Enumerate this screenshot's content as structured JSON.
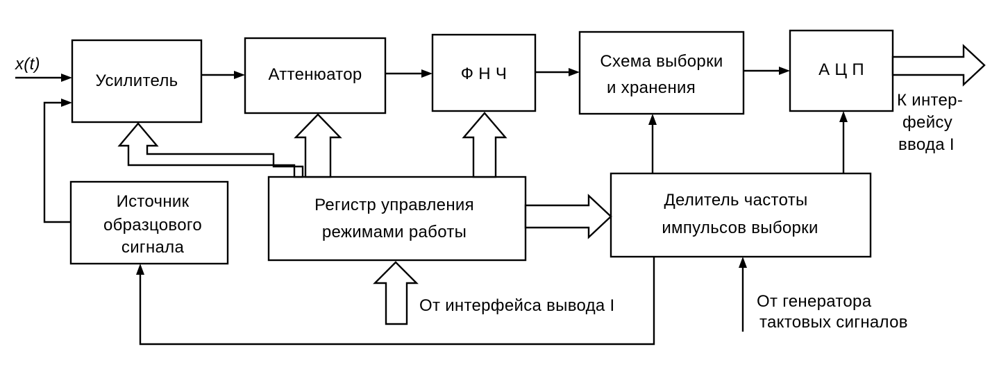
{
  "colors": {
    "stroke": "#000000",
    "background": "#ffffff"
  },
  "input_signal": "x(t)",
  "blocks": {
    "amplifier": {
      "line1": "Усилитель"
    },
    "attenuator": {
      "line1": "Аттенюатор"
    },
    "lpf": {
      "line1": "Ф Н Ч"
    },
    "sample_hold": {
      "line1": "Схема выборки",
      "line2": "и хранения"
    },
    "adc": {
      "line1": "А Ц П"
    },
    "reference_source": {
      "line1": "Источник",
      "line2": "образцового",
      "line3": "сигнала"
    },
    "mode_register": {
      "line1": "Регистр управления",
      "line2": "режимами работы"
    },
    "freq_divider": {
      "line1": "Делитель частоты",
      "line2": "импульсов выборки"
    }
  },
  "labels": {
    "output_line1": "К интер-",
    "output_line2": "фейсу",
    "output_line3": "ввода I",
    "from_output_interface": "От интерфейса вывода I",
    "from_clock_line1": "От генератора",
    "from_clock_line2": "тактовых сигналов"
  }
}
